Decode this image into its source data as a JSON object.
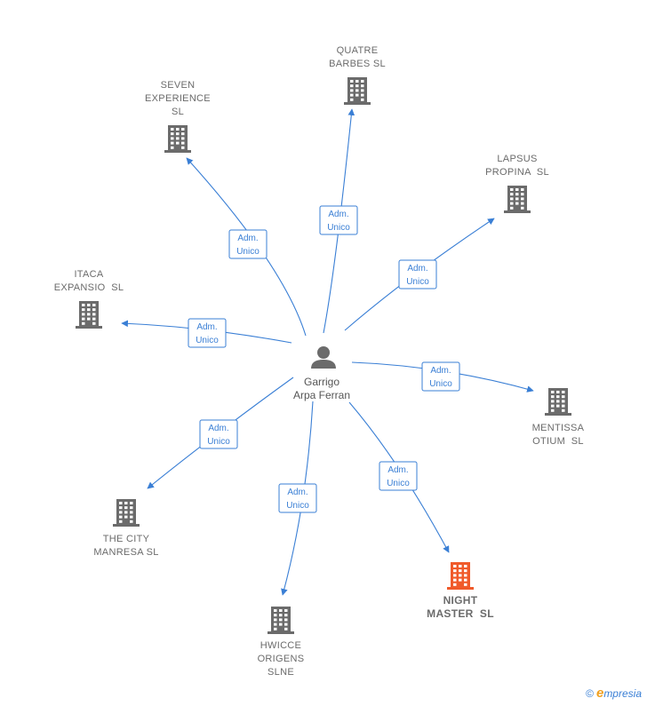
{
  "center": {
    "label_lines": [
      "Garrigo",
      "Arpa Ferran"
    ]
  },
  "colors": {
    "edge": "#3a7fd5",
    "company": "#6b6b6b",
    "highlight": "#f05a2a",
    "person": "#6b6b6b"
  },
  "companies": [
    {
      "id": "quatre",
      "lines": [
        "QUATRE",
        "BARBES SL"
      ],
      "highlight": false,
      "edge_label": [
        "Adm.",
        "Unico"
      ]
    },
    {
      "id": "seven",
      "lines": [
        "SEVEN",
        "EXPERIENCE",
        "SL"
      ],
      "highlight": false,
      "edge_label": [
        "Adm.",
        "Unico"
      ]
    },
    {
      "id": "lapsus",
      "lines": [
        "LAPSUS",
        "PROPINA  SL"
      ],
      "highlight": false,
      "edge_label": [
        "Adm.",
        "Unico"
      ]
    },
    {
      "id": "itaca",
      "lines": [
        "ITACA",
        "EXPANSIO  SL"
      ],
      "highlight": false,
      "edge_label": [
        "Adm.",
        "Unico"
      ]
    },
    {
      "id": "mentissa",
      "lines": [
        "MENTISSA",
        "OTIUM  SL"
      ],
      "highlight": false,
      "edge_label": [
        "Adm.",
        "Unico"
      ]
    },
    {
      "id": "thecity",
      "lines": [
        "THE CITY",
        "MANRESA SL"
      ],
      "highlight": false,
      "edge_label": [
        "Adm.",
        "Unico"
      ]
    },
    {
      "id": "hwicce",
      "lines": [
        "HWICCE",
        "ORIGENS",
        "SLNE"
      ],
      "highlight": false,
      "edge_label": [
        "Adm.",
        "Unico"
      ]
    },
    {
      "id": "night",
      "lines": [
        "NIGHT",
        "MASTER  SL"
      ],
      "highlight": true,
      "edge_label": [
        "Adm.",
        "Unico"
      ]
    }
  ],
  "brand": {
    "copyright": "©",
    "initial": "e",
    "name": "mpresia"
  }
}
